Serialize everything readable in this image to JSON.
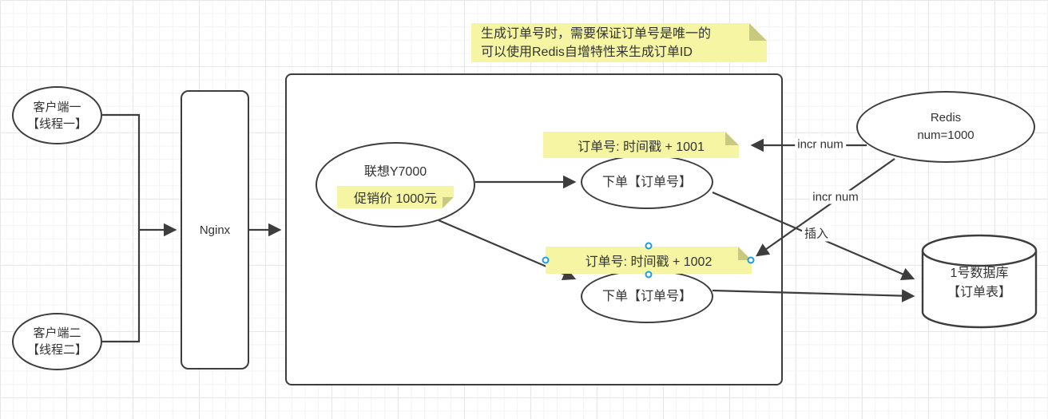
{
  "notes": {
    "top_line1": "生成订单号时，需要保证订单号是唯一的",
    "top_line2": "可以使用Redis自增特性来生成订单ID",
    "order1": "订单号:  时间戳 + 1001",
    "order2": "订单号:  时间戳 + 1002",
    "promo": "促销价  1000元"
  },
  "nodes": {
    "client1_line1": "客户端一",
    "client1_line2": "【线程一】",
    "client2_line1": "客户端二",
    "client2_line2": "【线程二】",
    "nginx": "Nginx",
    "product": "联想Y7000",
    "order_place1": "下单【订单号】",
    "order_place2": "下单【订单号】",
    "redis_line1": "Redis",
    "redis_line2": "num=1000",
    "db_line1": "1号数据库",
    "db_line2": "【订单表】"
  },
  "edge_labels": {
    "incr1": "incr num",
    "incr2": "incr num",
    "insert": "插入"
  },
  "colors": {
    "stroke": "#3d3d3d",
    "note_fill": "#f5f5a3",
    "note_fold": "#c8c87e",
    "handle_blue": "#1b9de2",
    "text": "#333333"
  }
}
